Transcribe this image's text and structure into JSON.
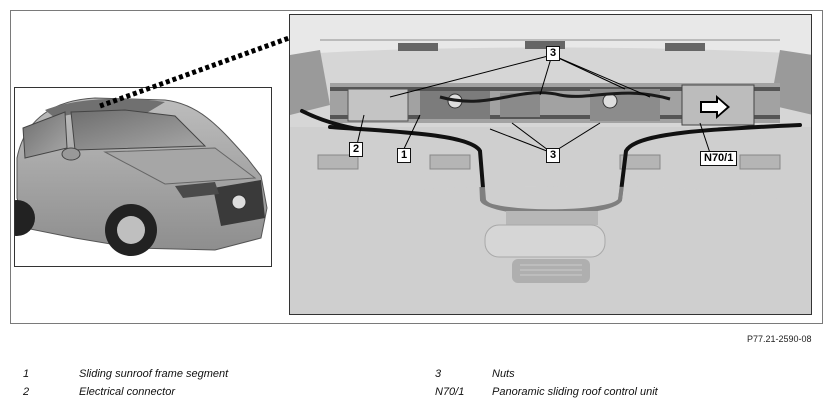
{
  "figure": {
    "callouts": {
      "c1": "1",
      "c2": "2",
      "c3_top": "3",
      "c3_bottom": "3",
      "n70": "N70/1"
    },
    "figure_code": "P77.21-2590-08"
  },
  "legend": {
    "left": [
      {
        "key": "1",
        "desc": "Sliding sunroof frame segment"
      },
      {
        "key": "2",
        "desc": "Electrical connector"
      }
    ],
    "right": [
      {
        "key": "3",
        "desc": "Nuts"
      },
      {
        "key": "N70/1",
        "desc": "Panoramic sliding roof control unit"
      }
    ]
  },
  "colors": {
    "harness": "#111111",
    "photo_bg": "#d8d8d8",
    "arrow": "#ffffff"
  }
}
